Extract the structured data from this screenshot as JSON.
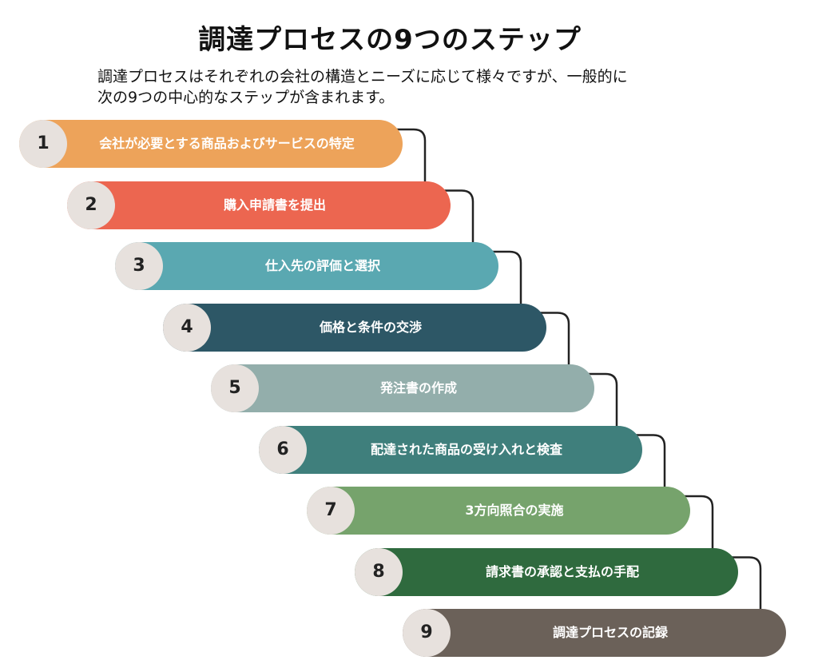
{
  "title": "調達プロセスの9つのステップ",
  "intro": {
    "line1": "調達プロセスはそれぞれの会社の構造とニーズに応じて様々ですが、一般的に",
    "line2": "次の9つの中心的なステップが含まれます。"
  },
  "colors": {
    "number_circle": "#e7e1dd",
    "connector": "#222222"
  },
  "steps": [
    {
      "number": "1",
      "label": "会社が必要とする商品およびサービスの特定",
      "color": "#eda35a"
    },
    {
      "number": "2",
      "label": "購入申請書を提出",
      "color": "#ec6650"
    },
    {
      "number": "3",
      "label": "仕入先の評価と選択",
      "color": "#5aa8b1"
    },
    {
      "number": "4",
      "label": "価格と条件の交渉",
      "color": "#2d5766"
    },
    {
      "number": "5",
      "label": "発注書の作成",
      "color": "#93aeab"
    },
    {
      "number": "6",
      "label": "配達された商品の受け入れと検査",
      "color": "#3f7f7c"
    },
    {
      "number": "7",
      "label": "3方向照合の実施",
      "color": "#76a36c"
    },
    {
      "number": "8",
      "label": "請求書の承認と支払の手配",
      "color": "#2f6a3e"
    },
    {
      "number": "9",
      "label": "調達プロセスの記録",
      "color": "#6b6159"
    }
  ]
}
